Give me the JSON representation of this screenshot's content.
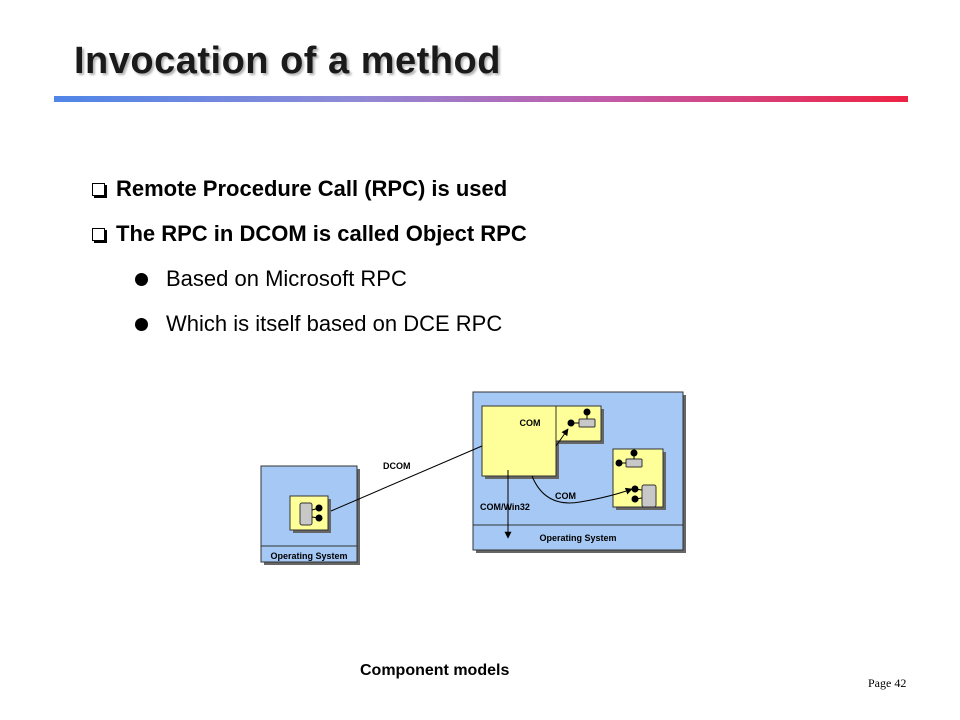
{
  "slide": {
    "title": "Invocation of a method",
    "bullets": [
      {
        "level": 1,
        "text": "Remote Procedure Call (RPC) is used"
      },
      {
        "level": 1,
        "text": "The RPC in DCOM is called Object RPC"
      },
      {
        "level": 2,
        "text": "Based on Microsoft RPC"
      },
      {
        "level": 2,
        "text": "Which is itself based on DCE RPC"
      }
    ],
    "footer": "Component models",
    "page_number": "Page 42"
  },
  "diagram": {
    "left_os_label": "Operating System",
    "right_os_label": "Operating System",
    "dcom_label": "DCOM",
    "com_box_label": "COM",
    "com_arrow_label": "COM",
    "win32_label": "COM/Win32"
  },
  "colors": {
    "os_box": "#a6c8f4",
    "component_box": "#ffff99",
    "title_bar_start": "#4f86e8",
    "title_bar_end": "#ee2244"
  }
}
